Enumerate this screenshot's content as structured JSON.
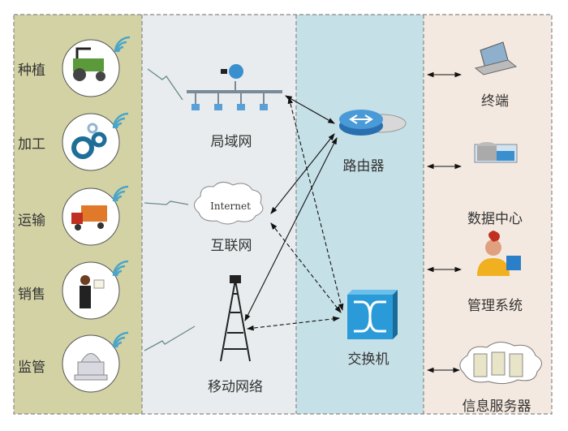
{
  "sources": [
    "种植",
    "加工",
    "运输",
    "销售",
    "监管"
  ],
  "network": {
    "lan": "局域网",
    "internet_cloud": "Internet",
    "internet": "互联网",
    "mobile": "移动网络"
  },
  "core": {
    "router": "路由器",
    "switch": "交换机"
  },
  "endpoints": [
    "终端",
    "数据中心",
    "管理系统",
    "信息服务器"
  ],
  "colors": {
    "sources_bg": "#d3d2a5",
    "network_bg": "#e8ecee",
    "core_bg": "#c6e0e7",
    "endpoint_bg": "#f4e9e0"
  }
}
